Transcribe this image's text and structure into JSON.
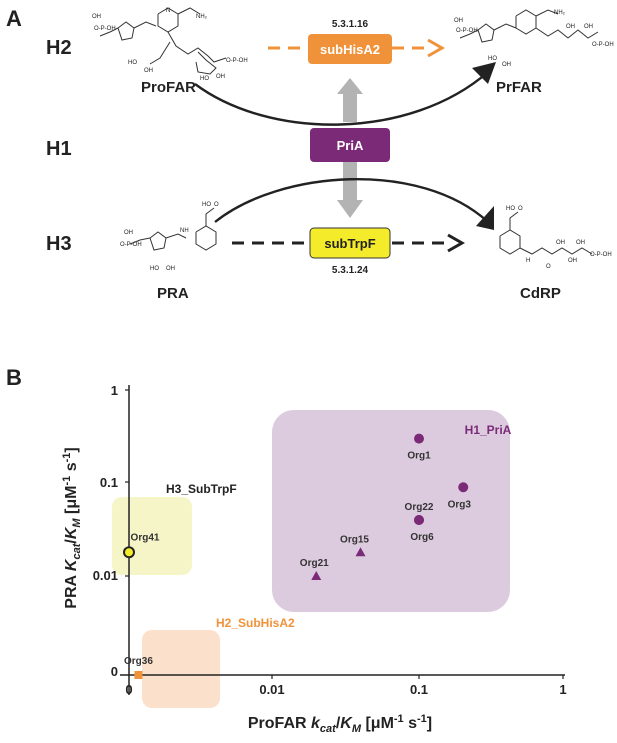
{
  "panel_a": {
    "letter": "A",
    "hypotheses": [
      "H2",
      "H1",
      "H3"
    ],
    "compounds": {
      "profar": "ProFAR",
      "prfar": "PrFAR",
      "pra": "PRA",
      "cdrp": "CdRP"
    },
    "enzymes": {
      "subhisa2": {
        "label": "subHisA2",
        "ec": "5.3.1.16",
        "color": "#f0923a"
      },
      "pria": {
        "label": "PriA",
        "color": "#7b2a78"
      },
      "subtrpf": {
        "label": "subTrpF",
        "ec": "5.3.1.24",
        "color": "#f4ec2a"
      }
    }
  },
  "panel_b": {
    "letter": "B"
  },
  "chart_data": {
    "type": "scatter",
    "x_scale": "log (with 0 break)",
    "y_scale": "log (with 0 break)",
    "xlabel": {
      "pre": "ProFAR ",
      "k": "k",
      "sub_cat": "cat",
      "slash": "/",
      "K": "K",
      "sub_M": "M",
      "units": " [μM",
      "sup1": "-1",
      "s": " s",
      "sup2": "-1",
      "close": "]"
    },
    "ylabel": {
      "pre": "PRA ",
      "k": "K",
      "sub_cat": "cat",
      "slash": "/",
      "K": "K",
      "sub_M": "M",
      "units": " [μM",
      "sup1": "-1",
      "s": " s",
      "sup2": "-1",
      "close": "]"
    },
    "x_ticks": [
      "0",
      "0.01",
      "0.1",
      "1"
    ],
    "y_ticks": [
      "0",
      "0.01",
      "0.1",
      "1"
    ],
    "groups": [
      {
        "name": "H1_PriA",
        "color": "#7b2a78",
        "box_color": "#dccbde"
      },
      {
        "name": "H3_SubTrpF",
        "color": "#222222",
        "box_color": "#f6f5c8"
      },
      {
        "name": "H2_SubHisA2",
        "color": "#f0923a",
        "box_color": "#fbe0cb"
      }
    ],
    "points": [
      {
        "label": "Org1",
        "x": 0.1,
        "y": 0.3,
        "marker": "circle",
        "group": "H1_PriA"
      },
      {
        "label": "Org3",
        "x": 0.2,
        "y": 0.09,
        "marker": "circle",
        "group": "H1_PriA"
      },
      {
        "label": "Org22",
        "x": 0.1,
        "y": 0.04,
        "marker": "circle",
        "group": "H1_PriA"
      },
      {
        "label": "Org6",
        "x": 0.1,
        "y": 0.04,
        "marker": "circle",
        "group": "H1_PriA"
      },
      {
        "label": "Org15",
        "x": 0.04,
        "y": 0.018,
        "marker": "triangle",
        "group": "H1_PriA"
      },
      {
        "label": "Org21",
        "x": 0.02,
        "y": 0.01,
        "marker": "triangle",
        "group": "H1_PriA"
      },
      {
        "label": "Org41",
        "x": 0,
        "y": 0.018,
        "marker": "circle-yellow",
        "group": "H3_SubTrpF"
      },
      {
        "label": "Org36",
        "x": 0.002,
        "y": 0,
        "marker": "square",
        "group": "H2_SubHisA2"
      }
    ]
  }
}
